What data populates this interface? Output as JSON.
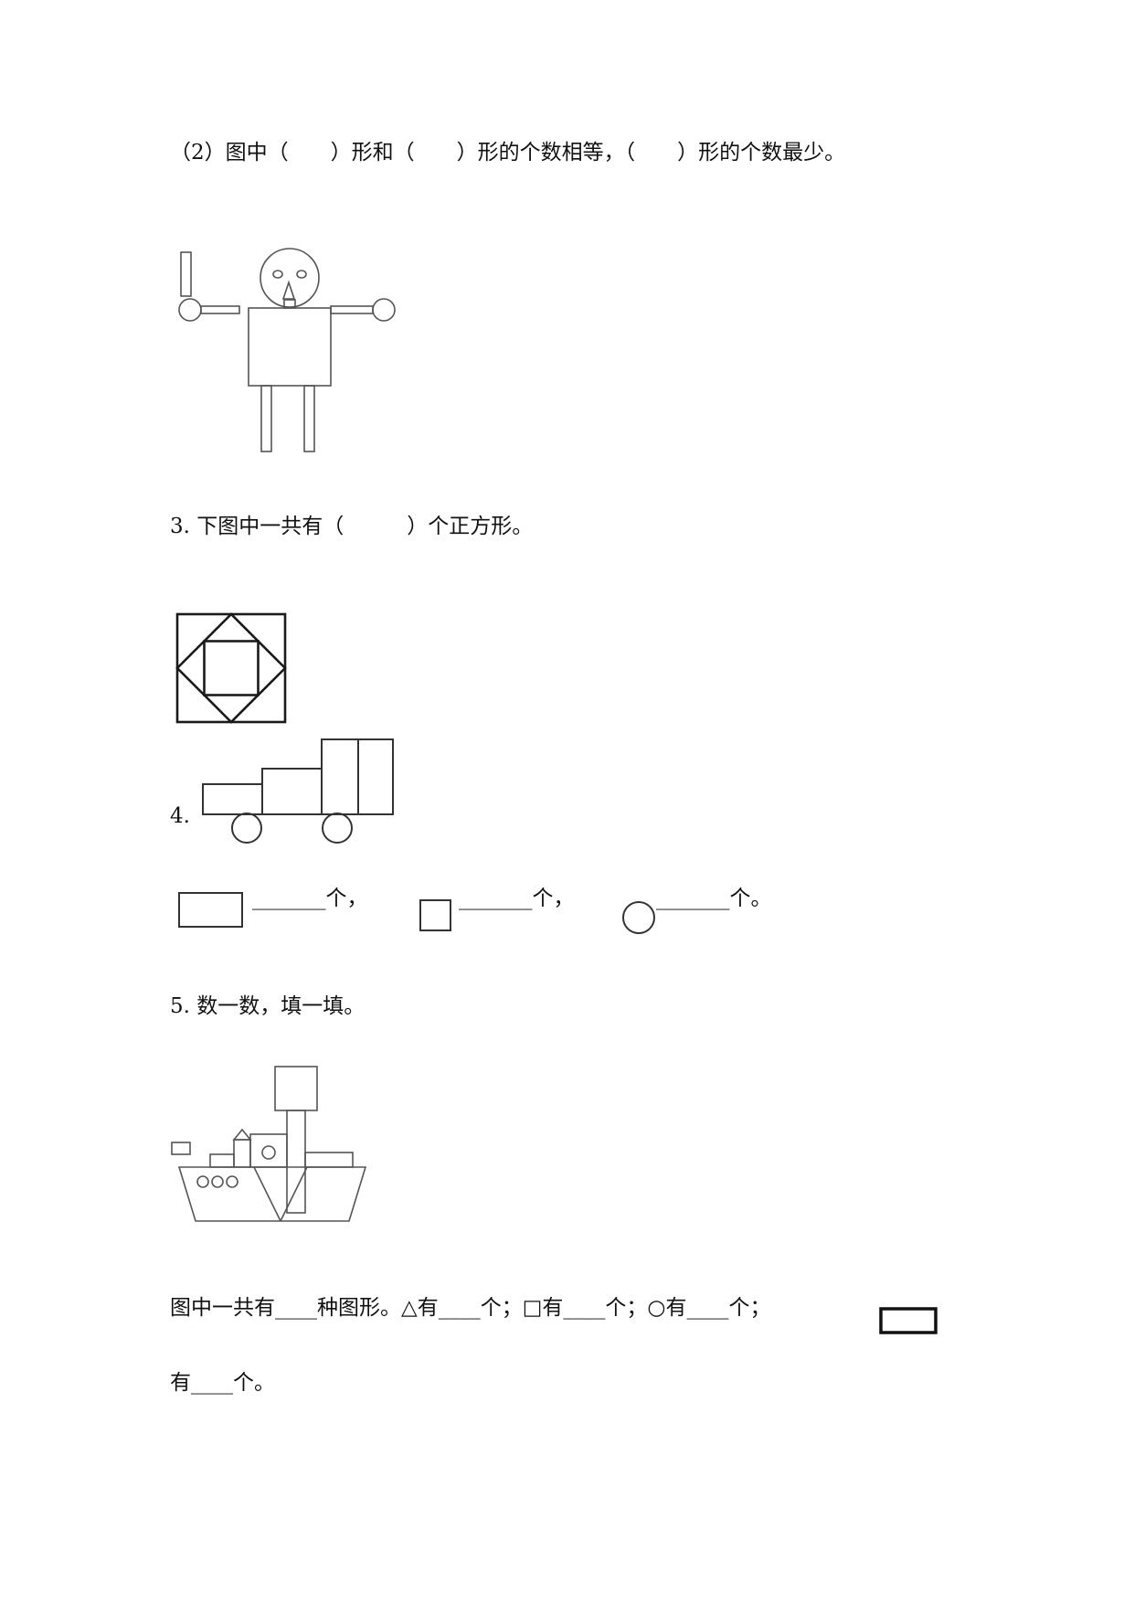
{
  "q2": {
    "text": "（2）图中（　　）形和（　　）形的个数相等，（　　）形的个数最少。"
  },
  "q3": {
    "text": "3. 下图中一共有（　　　）个正方形。"
  },
  "q4": {
    "number": "4.",
    "blank_rect": "_______个，",
    "blank_square": "_______个，",
    "blank_circle": "_______个。"
  },
  "q5": {
    "title": "5. 数一数，填一填。",
    "line1": "图中一共有____种图形。△有____个；□有____个；○有____个；",
    "line2": "有____个。"
  }
}
